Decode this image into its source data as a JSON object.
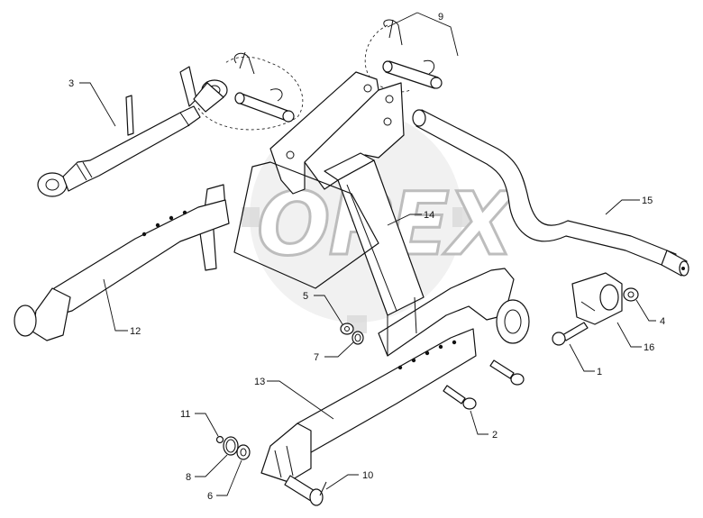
{
  "watermark": {
    "text": "OPEX"
  },
  "callouts": [
    {
      "id": "c1",
      "label": "1"
    },
    {
      "id": "c2",
      "label": "2"
    },
    {
      "id": "c3",
      "label": "3"
    },
    {
      "id": "c4",
      "label": "4"
    },
    {
      "id": "c5",
      "label": "5"
    },
    {
      "id": "c6",
      "label": "6"
    },
    {
      "id": "c7",
      "label": "7"
    },
    {
      "id": "c8",
      "label": "8"
    },
    {
      "id": "c9",
      "label": "9"
    },
    {
      "id": "c10",
      "label": "10"
    },
    {
      "id": "c11",
      "label": "11"
    },
    {
      "id": "c12",
      "label": "12"
    },
    {
      "id": "c13",
      "label": "13"
    },
    {
      "id": "c14",
      "label": "14"
    },
    {
      "id": "c15",
      "label": "15"
    },
    {
      "id": "c16",
      "label": "16"
    }
  ]
}
